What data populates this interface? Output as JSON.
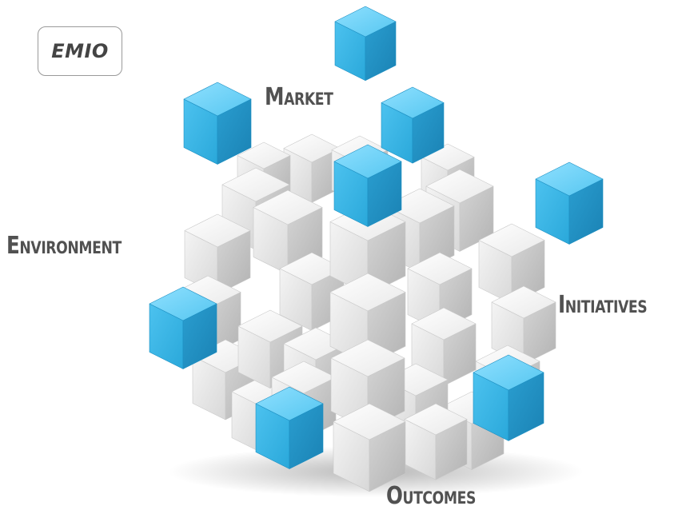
{
  "logo": {
    "text": "EMIO"
  },
  "labels": {
    "market": "Market",
    "environment": "Environment",
    "initiatives": "Initiatives",
    "outcomes": "Outcomes"
  },
  "colors": {
    "accent_cube": "#3db6e6",
    "white_cube": "#f2f2f2",
    "label_text": "#515151",
    "logo_border": "#9a9a9a"
  },
  "icons": [
    "cube-icon"
  ]
}
